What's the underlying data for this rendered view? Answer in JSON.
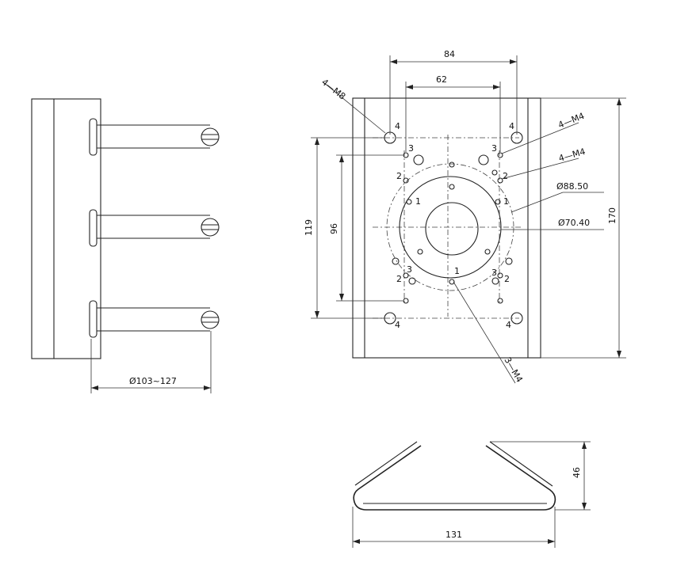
{
  "dimensions": {
    "clamp_range": "Ø103~127",
    "width_84": "84",
    "width_62": "62",
    "height_119": "119",
    "height_96": "96",
    "height_170": "170",
    "diameter_88": "Ø88.50",
    "diameter_70": "Ø70.40",
    "strap_width": "131",
    "strap_height": "46"
  },
  "callouts": {
    "holes_m8": "4—M8",
    "holes_m4_a": "4—M4",
    "holes_m4_b": "4—M4",
    "holes_m4_c": "3—M4"
  },
  "hole_numbers": {
    "n4": "4",
    "n3": "3",
    "n2": "2",
    "n1": "1"
  }
}
